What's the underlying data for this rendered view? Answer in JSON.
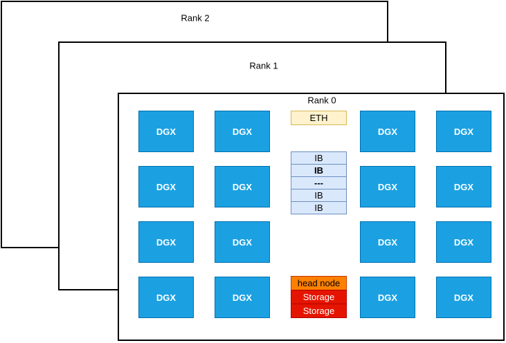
{
  "ranks": {
    "rank2": {
      "label": "Rank 2"
    },
    "rank1": {
      "label": "Rank 1"
    },
    "rank0": {
      "label": "Rank 0"
    }
  },
  "nodes": {
    "dgx": "DGX",
    "eth": "ETH",
    "ib_rows": [
      "IB",
      "IB",
      "---",
      "IB",
      "IB"
    ],
    "head_node": "head node",
    "storage1": "Storage",
    "storage2": "Storage"
  },
  "colors": {
    "rank_border": "#000000",
    "dgx_fill": "#1BA1E2",
    "dgx_border": "#006EAF",
    "dgx_text": "#FFFFFF",
    "eth_fill": "#FFF2CC",
    "eth_border": "#D6B656",
    "ib_fill": "#DAE8FC",
    "ib_border": "#6C8EBF",
    "head_fill": "#FF8000",
    "head_border": "#C73500",
    "storage_fill": "#E51400",
    "storage_border": "#B20000",
    "storage_text": "#FFFFFF"
  }
}
